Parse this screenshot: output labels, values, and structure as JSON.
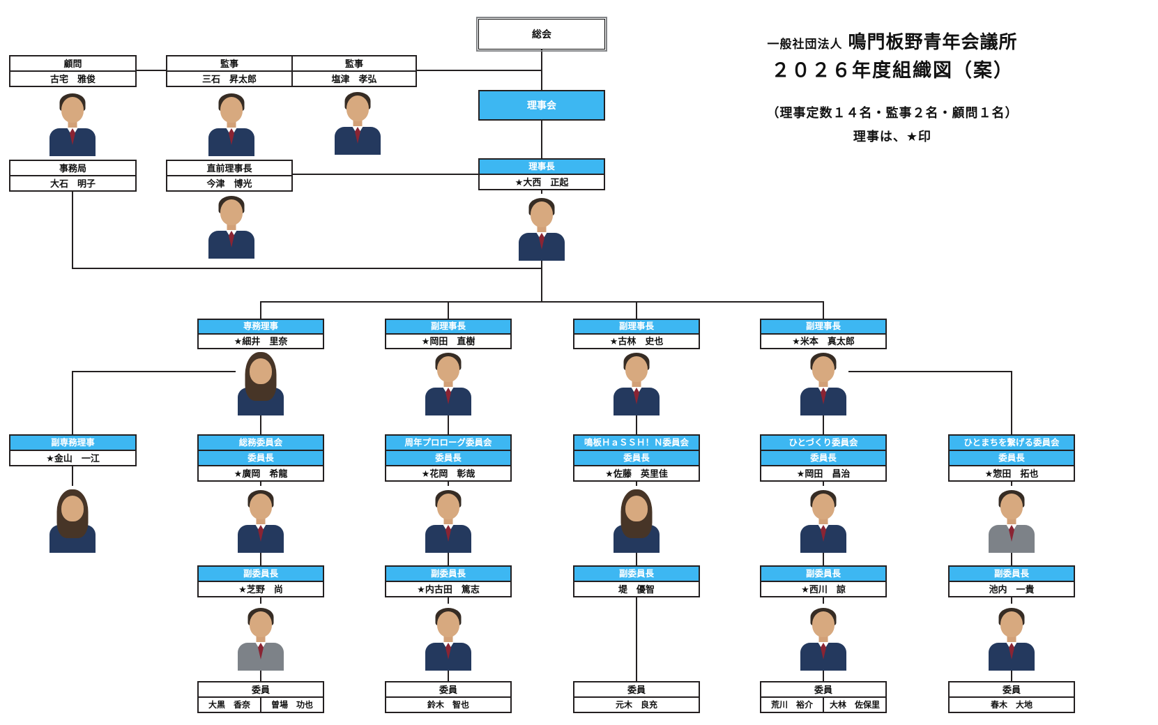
{
  "colors": {
    "header_blue": "#3db7f2",
    "border_dark": "#231f20",
    "line": "#231f20"
  },
  "title": {
    "org_type": "一般社団法人",
    "org_name": "鳴門板野青年会議所",
    "year_line": "２０２６年度組織図（案）",
    "note1": "（理事定数１４名・監事２名・顧問１名）",
    "note2": "理事は、★印"
  },
  "boxes": {
    "soukai": "総会",
    "rijikai": "理事会",
    "komon": {
      "title": "顧問",
      "name": "古宅　雅俊"
    },
    "kanji1": {
      "title": "監事",
      "name": "三石　昇太郎"
    },
    "kanji2": {
      "title": "監事",
      "name": "塩津　孝弘"
    },
    "jimukyoku": {
      "title": "事務局",
      "name": "大石　明子"
    },
    "chokuzen": {
      "title": "直前理事長",
      "name": "今津　博光"
    },
    "rijicho": {
      "title": "理事長",
      "name": "★大西　正起"
    },
    "senmu": {
      "title": "専務理事",
      "name": "★細井　里奈"
    },
    "fukurijicho1": {
      "title": "副理事長",
      "name": "★岡田　直樹"
    },
    "fukurijicho2": {
      "title": "副理事長",
      "name": "★古林　史也"
    },
    "fukurijicho3": {
      "title": "副理事長",
      "name": "★米本　真太郎"
    },
    "fukusenmu": {
      "title": "副専務理事",
      "name": "★金山　一江"
    }
  },
  "committees": [
    {
      "name": "総務委員会",
      "chair_title": "委員長",
      "chair": "★廣岡　希龍",
      "vice_title": "副委員長",
      "vice": "★芝野　尚",
      "member_title": "委員",
      "members": [
        "大黒　香奈",
        "曽場　功也"
      ]
    },
    {
      "name": "周年プロローグ委員会",
      "chair_title": "委員長",
      "chair": "★花岡　彰哉",
      "vice_title": "副委員長",
      "vice": "★内古田　篤志",
      "member_title": "委員",
      "members": [
        "鈴木　智也"
      ]
    },
    {
      "name": "鳴板ＨａＳＳＨ！Ｎ委員会",
      "chair_title": "委員長",
      "chair": "★佐藤　英里佳",
      "vice_title": "副委員長",
      "vice": "堤　優智",
      "member_title": "委員",
      "members": [
        "元木　良充"
      ]
    },
    {
      "name": "ひとづくり委員会",
      "chair_title": "委員長",
      "chair": "★岡田　昌治",
      "vice_title": "副委員長",
      "vice": "★西川　諒",
      "member_title": "委員",
      "members": [
        "荒川　裕介",
        "大林　佐保里"
      ]
    },
    {
      "name": "ひとまちを繋げる委員会",
      "chair_title": "委員長",
      "chair": "★惣田　拓也",
      "vice_title": "副委員長",
      "vice": "池内　一貴",
      "member_title": "委員",
      "members": [
        "春木　大地"
      ]
    }
  ]
}
